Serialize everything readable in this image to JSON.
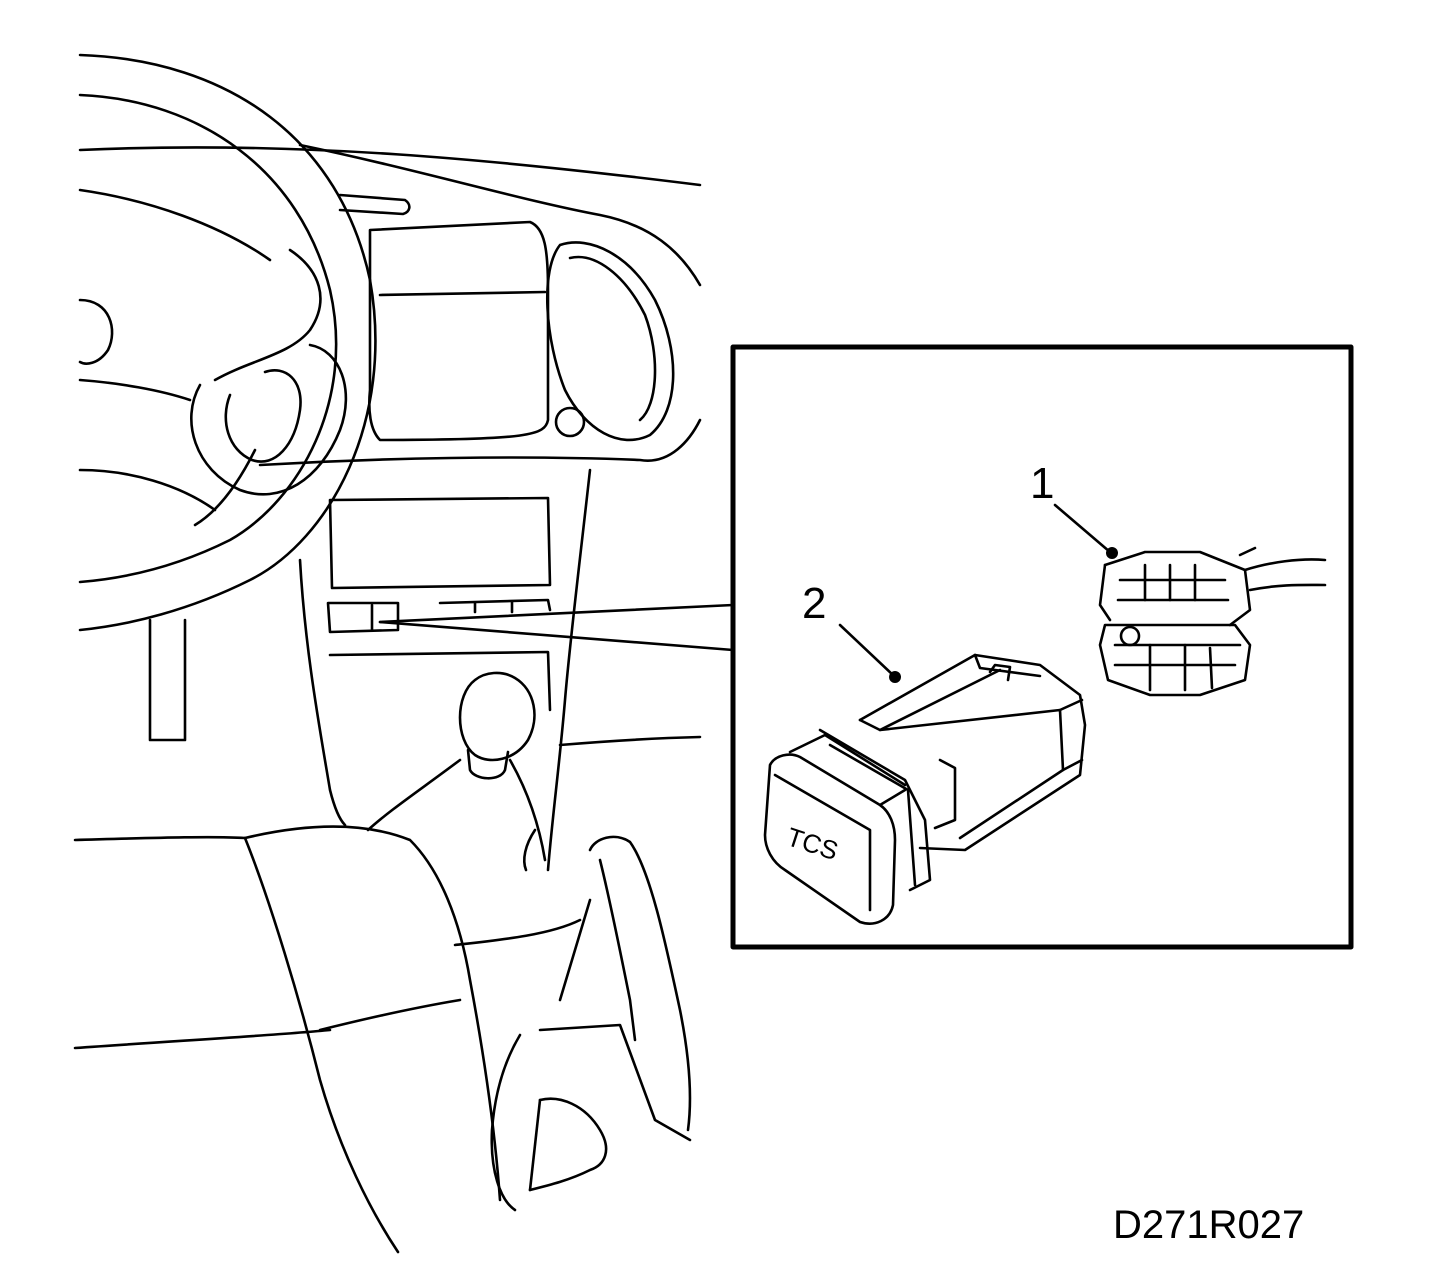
{
  "diagram": {
    "figure_code": "D271R027",
    "callouts": [
      {
        "number": "1",
        "part": "connector"
      },
      {
        "number": "2",
        "part": "tcs-switch"
      }
    ],
    "switch_label": "TCS"
  }
}
